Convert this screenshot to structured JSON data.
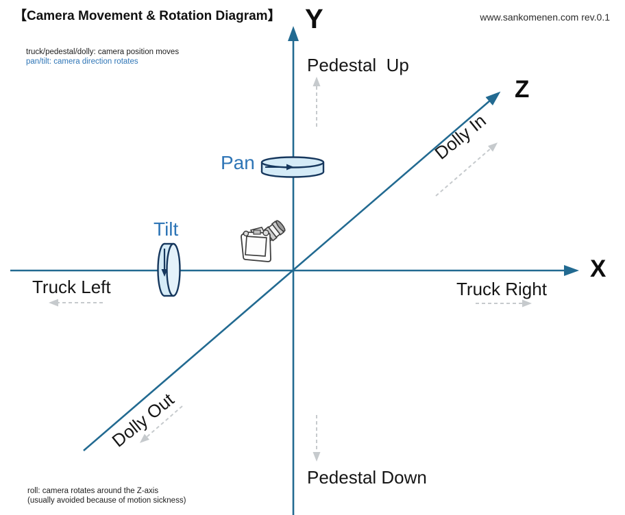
{
  "title": "【Camera Movement & Rotation Diagram】",
  "site_ref": "www.sankomenen.com rev.0.1",
  "legend": {
    "position_note": "truck/pedestal/dolly: camera position moves",
    "rotation_note": "pan/tilt: camera direction rotates"
  },
  "footnote": {
    "roll_note_line1": "roll: camera rotates around the Z-axis",
    "roll_note_line2": "(usually avoided because of motion sickness)"
  },
  "axes": {
    "x": "X",
    "y": "Y",
    "z": "Z"
  },
  "movements": {
    "pedestal_up": "Pedestal  Up",
    "pedestal_down": "Pedestal Down",
    "truck_left": "Truck Left",
    "truck_right": "Truck Right",
    "dolly_in": "Dolly In",
    "dolly_out": "Dolly Out"
  },
  "rotations": {
    "pan": "Pan",
    "tilt": "Tilt"
  },
  "icons": {
    "camera": "camera-illustration"
  },
  "colors": {
    "axis": "#226a91",
    "rotation_label": "#2e75b6",
    "disc_fill": "#d5ebf7",
    "disc_stroke": "#16375d",
    "dashed_arrow": "#c6cacd",
    "text": "#1a1a1a"
  }
}
